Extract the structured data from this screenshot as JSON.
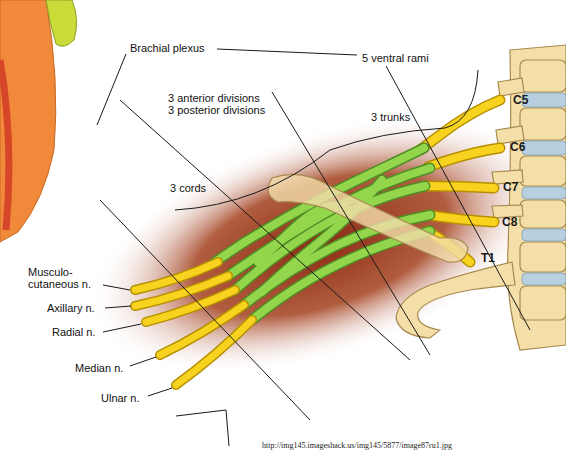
{
  "diagram": {
    "labels": [
      "Brachial plexus",
      "5 ventral rami",
      "3 anterior divisions",
      "3 posterior divisions",
      "3 trunks",
      "3 cords",
      "C5",
      "C6",
      "C7",
      "C8",
      "T1",
      "Musculo- cutaneous n.",
      "Axillary n.",
      "Radial n.",
      "Median n.",
      "Ulnar n.",
      "http://img145.imageshack.us/img145/5877/image87ru1.jpg"
    ]
  }
}
